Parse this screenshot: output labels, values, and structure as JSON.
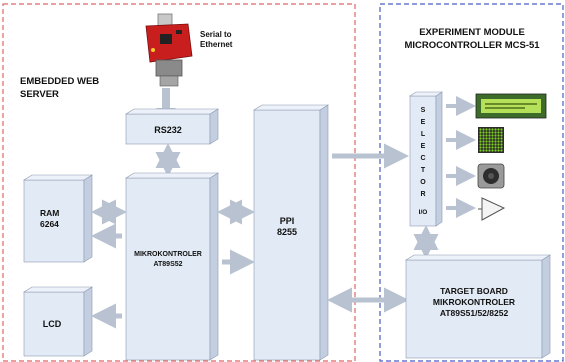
{
  "sections": {
    "web_server": {
      "title_line1": "EMBEDDED WEB",
      "title_line2": "SERVER"
    },
    "experiment": {
      "title_line1": "EXPERIMENT MODULE",
      "title_line2": "MICROCONTROLLER MCS-51"
    }
  },
  "module": {
    "label_line1": "Serial to",
    "label_line2": "Ethernet"
  },
  "blocks": {
    "rs232": "RS232",
    "ram_line1": "RAM",
    "ram_line2": "6264",
    "lcd": "LCD",
    "mcu_line1": "MIKROKONTROLER",
    "mcu_line2": "AT89S52",
    "ppi_line1": "PPI",
    "ppi_line2": "8255",
    "target_line1": "TARGET BOARD",
    "target_line2": "MIKROKONTROLER",
    "target_line3": "AT89S51/52/8252"
  },
  "selector": {
    "letters": [
      "S",
      "E",
      "L",
      "E",
      "C",
      "T",
      "O",
      "R"
    ],
    "io": "I/O"
  },
  "colors": {
    "block_fill": "#e2eaf5",
    "block_side": "#c3cfe0",
    "block_top": "#edf2fa",
    "arrow": "#b9c2d0",
    "web_border": "#e06666",
    "exp_border": "#4a5fc1",
    "lcd_display": "#b5e05a",
    "matrix": "#7ed321"
  }
}
